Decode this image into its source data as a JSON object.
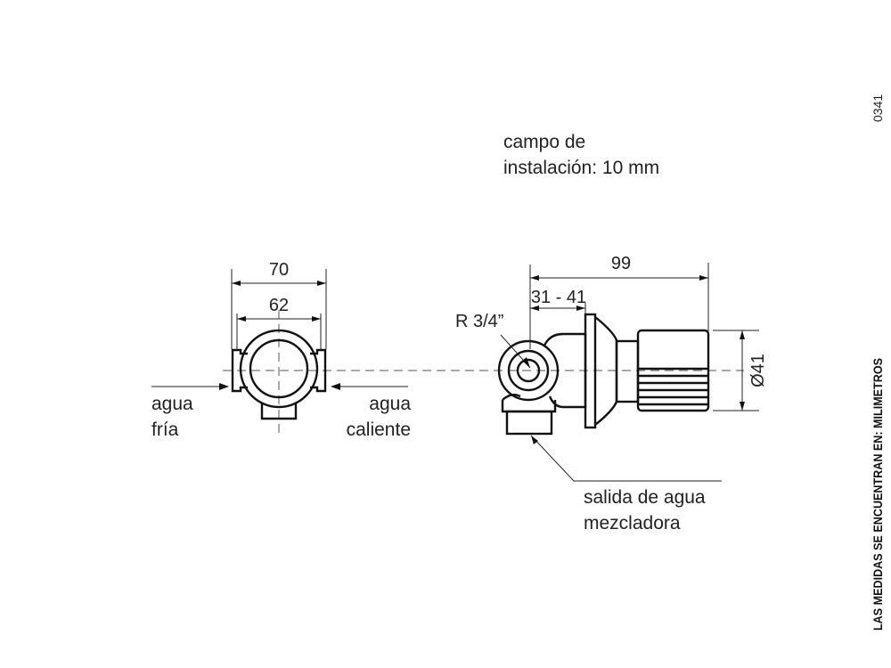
{
  "labels": {
    "install_range_line1": "campo de",
    "install_range_line2": "instalación: 10 mm",
    "cold_water_line1": "agua",
    "cold_water_line2": "fría",
    "hot_water_line1": "agua",
    "hot_water_line2": "caliente",
    "outlet_line1": "salida de agua",
    "outlet_line2": "mezcladora",
    "thread": "R 3/4”",
    "code": "0341",
    "units_note": "LAS MEDIDAS SE ENCUENTRAN EN: MILIMETROS"
  },
  "dimensions": {
    "front_width_outer": "70",
    "front_width_inner": "62",
    "side_total_depth": "99",
    "side_install_depth": "31 - 41",
    "side_diameter": "Ø41"
  }
}
